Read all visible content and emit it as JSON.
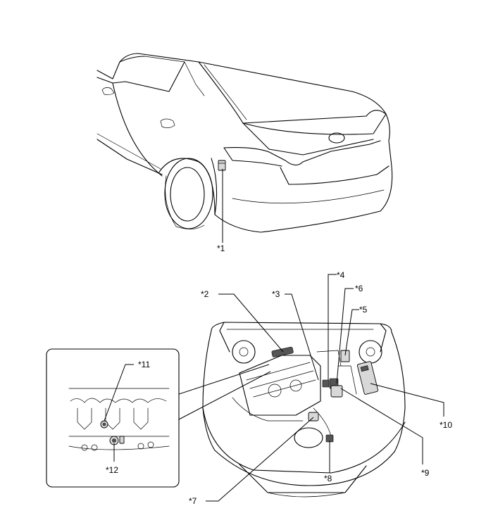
{
  "labels": {
    "l1": "*1",
    "l2": "*2",
    "l3": "*3",
    "l4": "*4",
    "l5": "*5",
    "l6": "*6",
    "l7": "*7",
    "l8": "*8",
    "l9": "*9",
    "l10": "*10",
    "l11": "*11",
    "l12": "*12"
  }
}
